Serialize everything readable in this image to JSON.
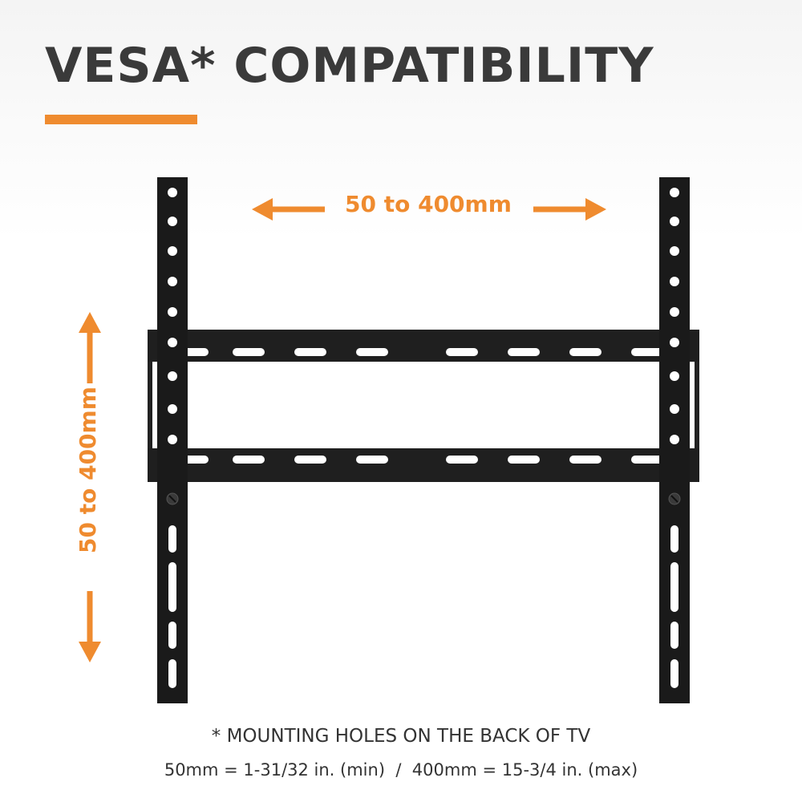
{
  "header": {
    "title": "VESA* COMPATIBILITY"
  },
  "dimensions": {
    "horizontal_label": "50 to 400mm",
    "vertical_label": "50 to 400mm"
  },
  "footer": {
    "note": "* MOUNTING HOLES ON THE BACK OF TV",
    "conversion": "50mm = 1-31/32 in. (min)  /  400mm = 15-3/4 in. (max)"
  },
  "colors": {
    "accent": "#ef8b2f",
    "bracket": "#1a1a1a",
    "title_text": "#3a3a3a"
  }
}
